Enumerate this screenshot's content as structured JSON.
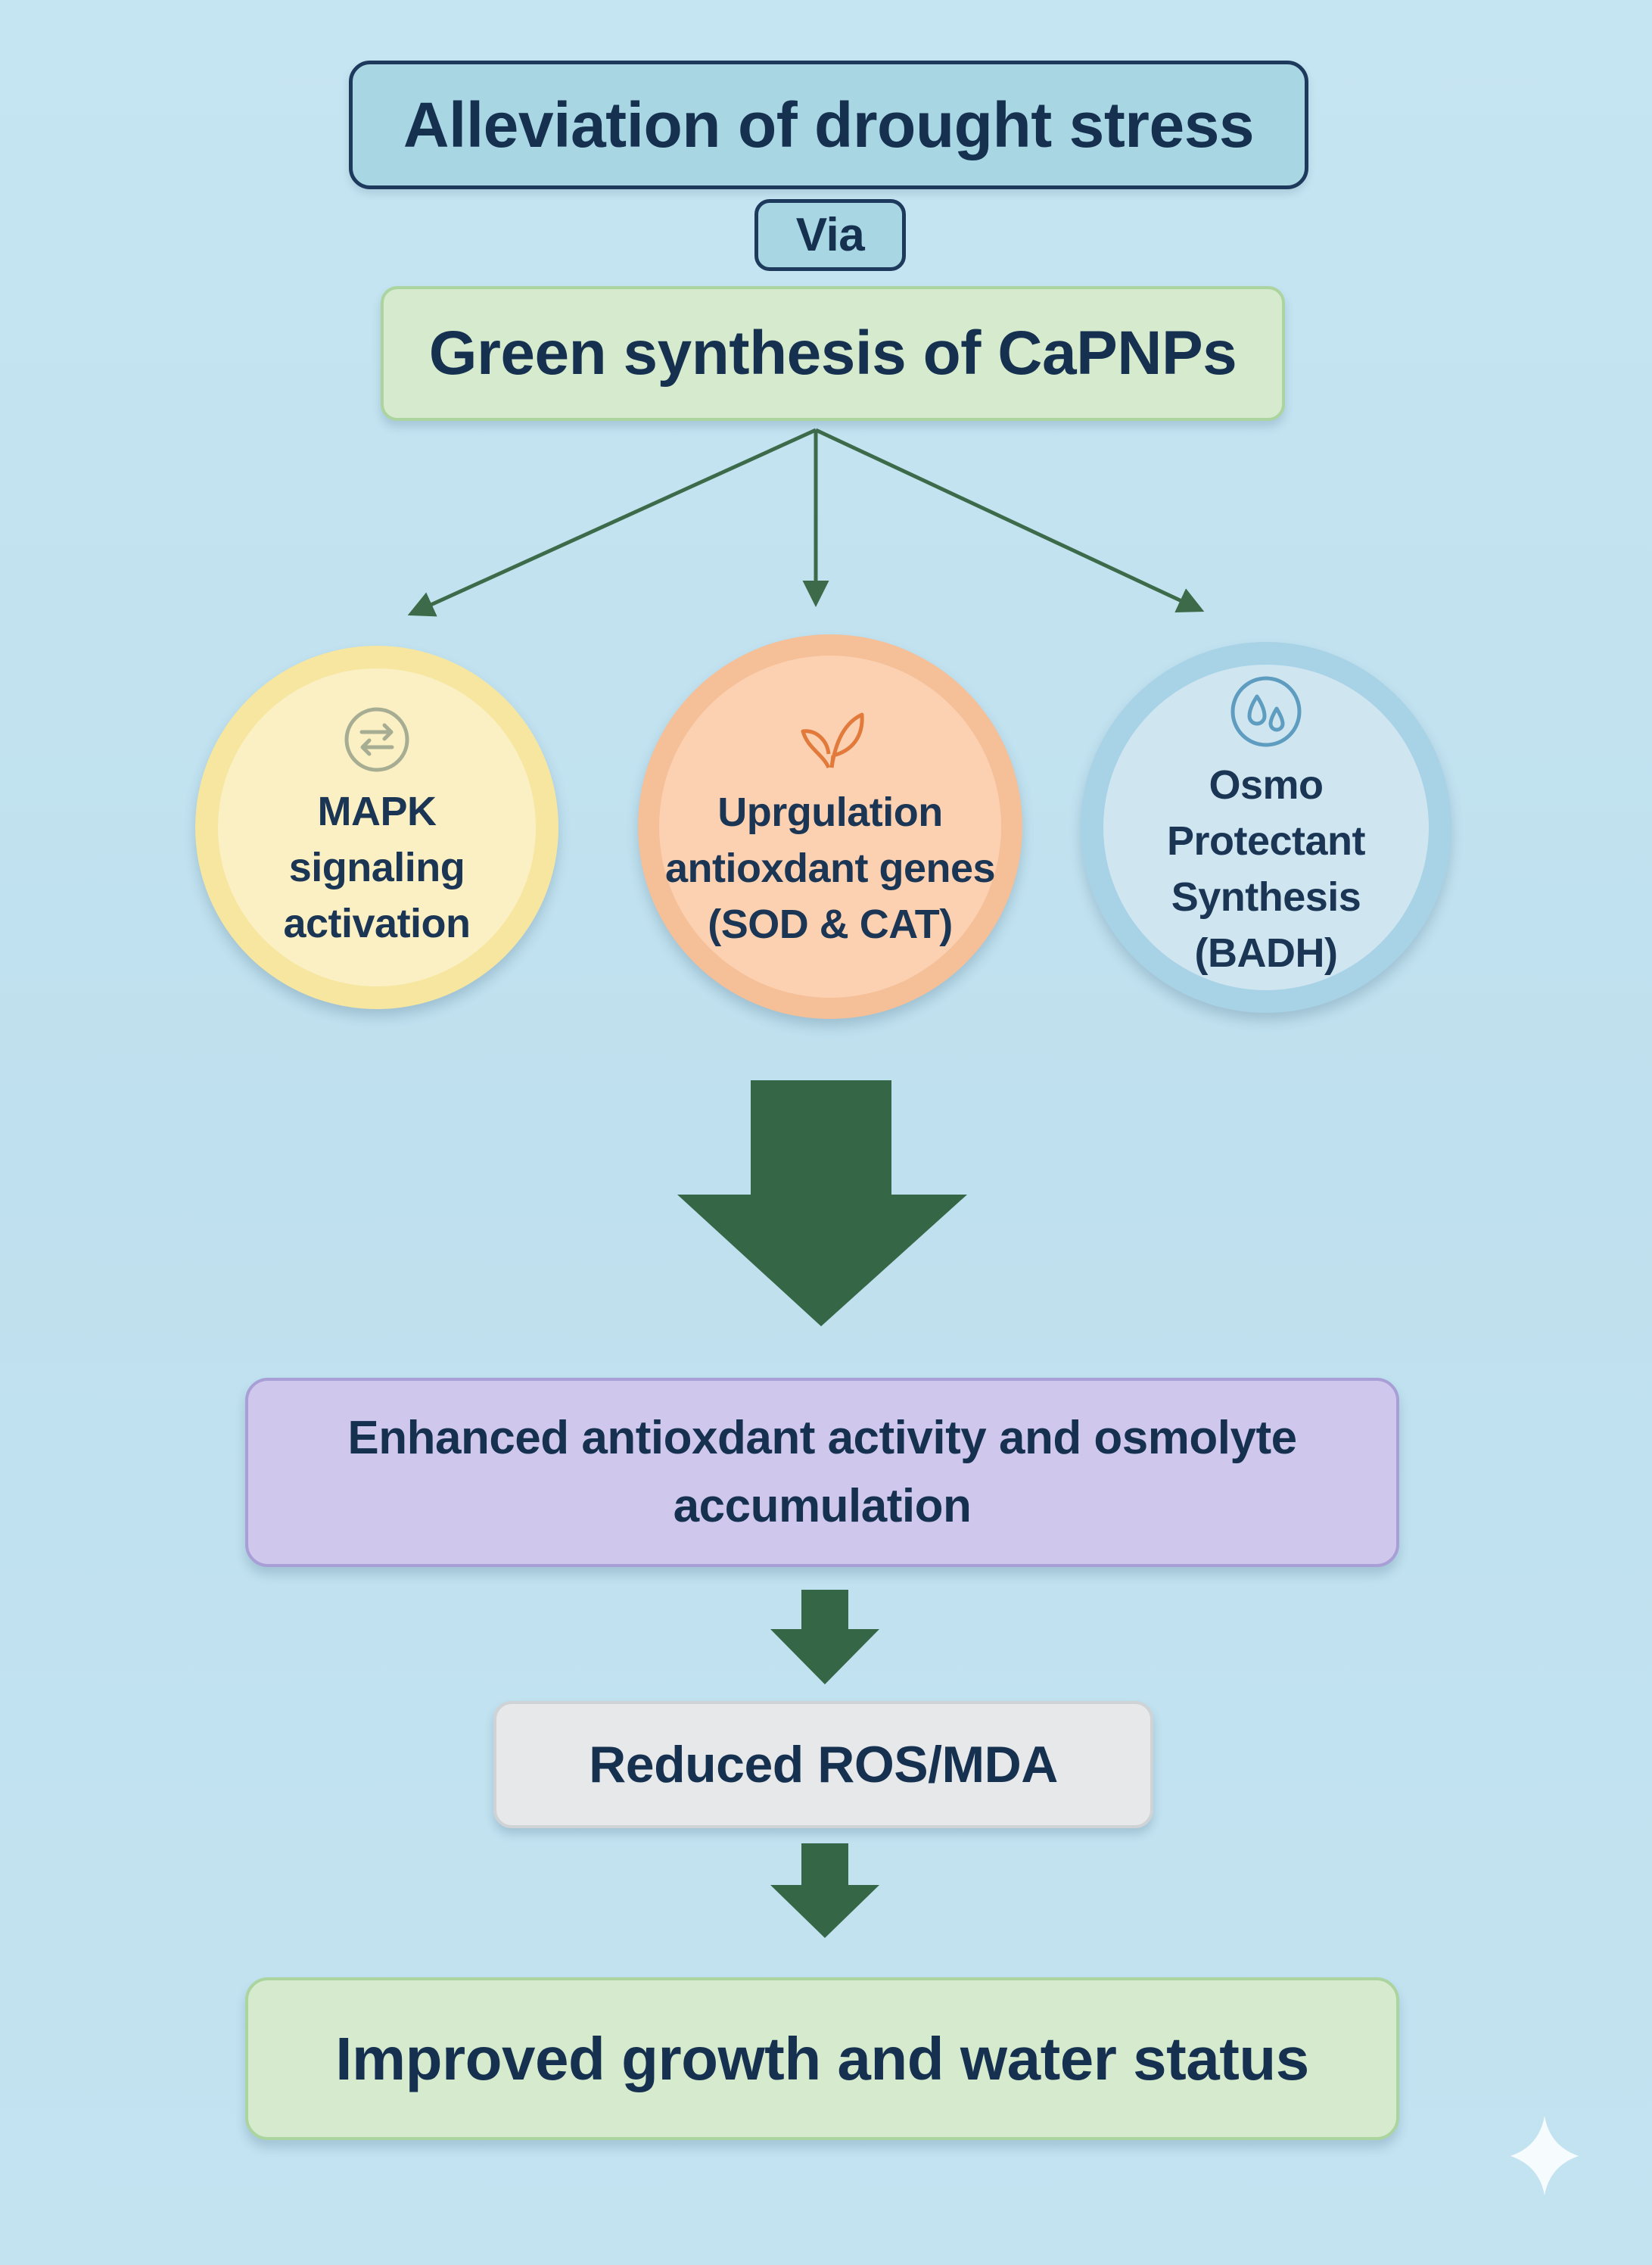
{
  "title": "Alleviation of drought stress",
  "connector": "Via",
  "source": "Green synthesis of CaPNPs",
  "mechanisms": [
    {
      "icon": "exchange-arrows-icon",
      "lines": [
        "MAPK",
        "signaling",
        "activation"
      ]
    },
    {
      "icon": "leaf-sprout-icon",
      "lines": [
        "Uprgulation",
        "antioxdant genes",
        "(SOD & CAT)"
      ]
    },
    {
      "icon": "water-drops-icon",
      "lines": [
        "Osmo",
        "Protectant",
        "Synthesis",
        "(BADH)"
      ]
    }
  ],
  "outcomes": {
    "enhanced": [
      "Enhanced antioxdant activity and osmolyte",
      "accumulation"
    ],
    "reduced": "Reduced ROS/MDA",
    "improved": "Improved growth and water status"
  },
  "colors": {
    "arrow": "#3d6b4a",
    "big_arrow": "#356646",
    "text": "#163150",
    "mapk_circle": "#fbf0c3",
    "upreg_circle": "#fbd1b2",
    "osmo_circle": "#cfe6f1",
    "enhanced_box": "#cfc8ec",
    "green_box": "#d6ebce"
  }
}
